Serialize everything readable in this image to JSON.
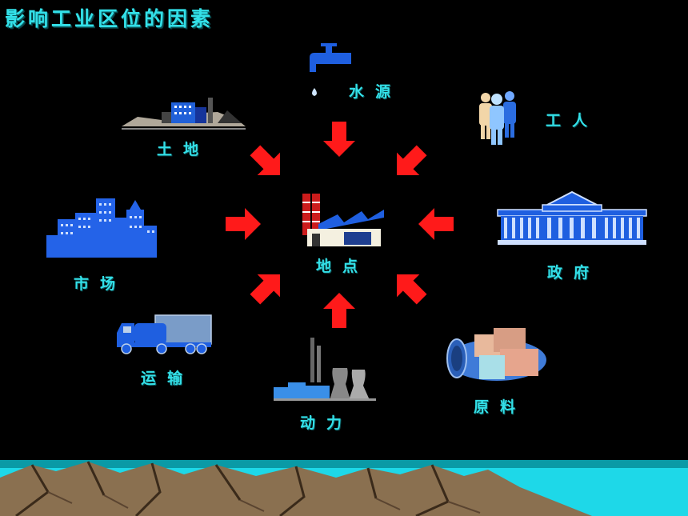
{
  "title": "影响工业区位的因素",
  "center": {
    "label": "地点",
    "icon": "factory-icon"
  },
  "factors": {
    "water": {
      "label": "水源",
      "icon": "faucet-icon"
    },
    "workers": {
      "label": "工人",
      "icon": "workers-icon"
    },
    "government": {
      "label": "政府",
      "icon": "government-building-icon"
    },
    "materials": {
      "label": "原料",
      "icon": "raw-materials-icon"
    },
    "power": {
      "label": "动力",
      "icon": "power-plant-icon"
    },
    "transport": {
      "label": "运输",
      "icon": "truck-icon"
    },
    "market": {
      "label": "市场",
      "icon": "city-buildings-icon"
    },
    "land": {
      "label": "土地",
      "icon": "land-icon"
    }
  },
  "colors": {
    "accent": "#33e0e8",
    "arrow": "#ff1a1a",
    "icon_blue": "#1f5fe0",
    "background": "#000000"
  }
}
